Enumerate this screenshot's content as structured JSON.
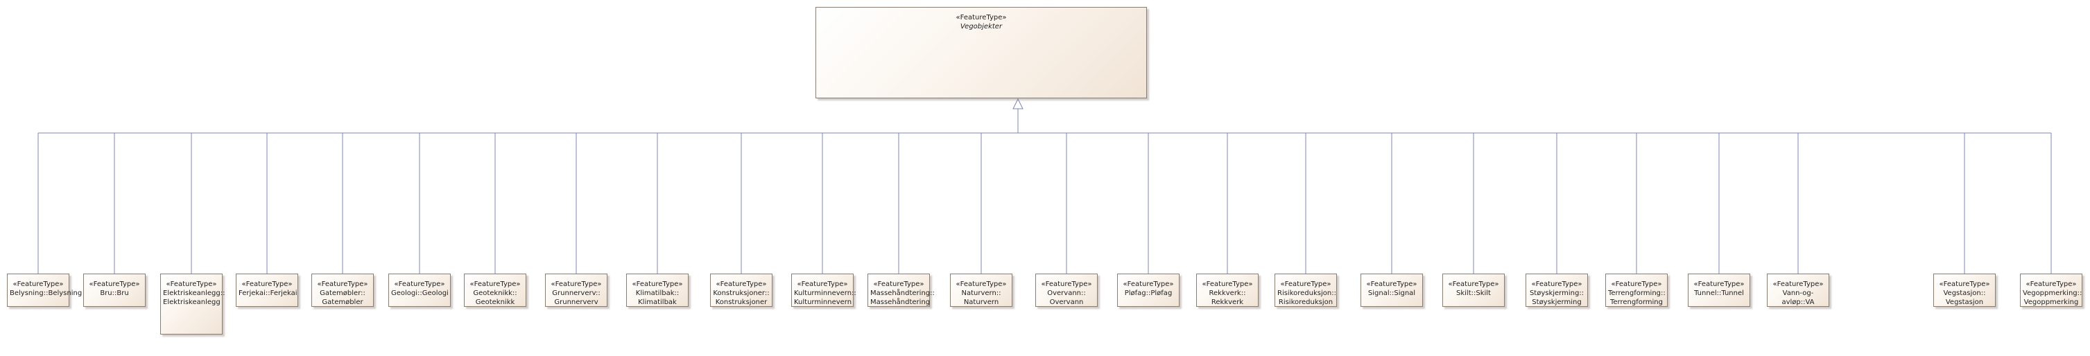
{
  "parent": {
    "stereotype": "«FeatureType»",
    "name": "Vegobjekter"
  },
  "children": [
    {
      "stereotype": "«FeatureType»",
      "name": "Belysning::Belysning"
    },
    {
      "stereotype": "«FeatureType»",
      "name": "Bru::Bru"
    },
    {
      "stereotype": "«FeatureType»",
      "name": "Elektriskeanlegg::\nElektriskeanlegg"
    },
    {
      "stereotype": "«FeatureType»",
      "name": "Ferjekai::Ferjekai"
    },
    {
      "stereotype": "«FeatureType»",
      "name": "Gatemøbler::\nGatemøbler"
    },
    {
      "stereotype": "«FeatureType»",
      "name": "Geologi::Geologi"
    },
    {
      "stereotype": "«FeatureType»",
      "name": "Geoteknikk::\nGeoteknikk"
    },
    {
      "stereotype": "«FeatureType»",
      "name": "Grunnerverv::\nGrunnerverv"
    },
    {
      "stereotype": "«FeatureType»",
      "name": "Klimatilbak::\nKlimatilbak"
    },
    {
      "stereotype": "«FeatureType»",
      "name": "Konstruksjoner::\nKonstruksjoner"
    },
    {
      "stereotype": "«FeatureType»",
      "name": "Kulturminnevern::\nKulturminnevern"
    },
    {
      "stereotype": "«FeatureType»",
      "name": "Massehåndtering::\nMassehåndtering"
    },
    {
      "stereotype": "«FeatureType»",
      "name": "Naturvern::\nNaturvern"
    },
    {
      "stereotype": "«FeatureType»",
      "name": "Overvann::\nOvervann"
    },
    {
      "stereotype": "«FeatureType»",
      "name": "Pløfag::Pløfag"
    },
    {
      "stereotype": "«FeatureType»",
      "name": "Rekkverk::\nRekkverk"
    },
    {
      "stereotype": "«FeatureType»",
      "name": "Risikoreduksjon::\nRisikoreduksjon"
    },
    {
      "stereotype": "«FeatureType»",
      "name": "Signal::Signal"
    },
    {
      "stereotype": "«FeatureType»",
      "name": "Skilt::Skilt"
    },
    {
      "stereotype": "«FeatureType»",
      "name": "Støyskjerming::\nStøyskjerming"
    },
    {
      "stereotype": "«FeatureType»",
      "name": "Terrengforming::\nTerrengforming"
    },
    {
      "stereotype": "«FeatureType»",
      "name": "Tunnel::Tunnel"
    },
    {
      "stereotype": "«FeatureType»",
      "name": "Vann-og-avløp::VA"
    },
    {
      "stereotype": "«FeatureType»",
      "name": "Vegstasjon::\nVegstasjon"
    },
    {
      "stereotype": "«FeatureType»",
      "name": "Vegoppmerking::\nVegoppmerking"
    }
  ],
  "colors": {
    "line": "#7f84b3",
    "border": "#8a7d72"
  }
}
